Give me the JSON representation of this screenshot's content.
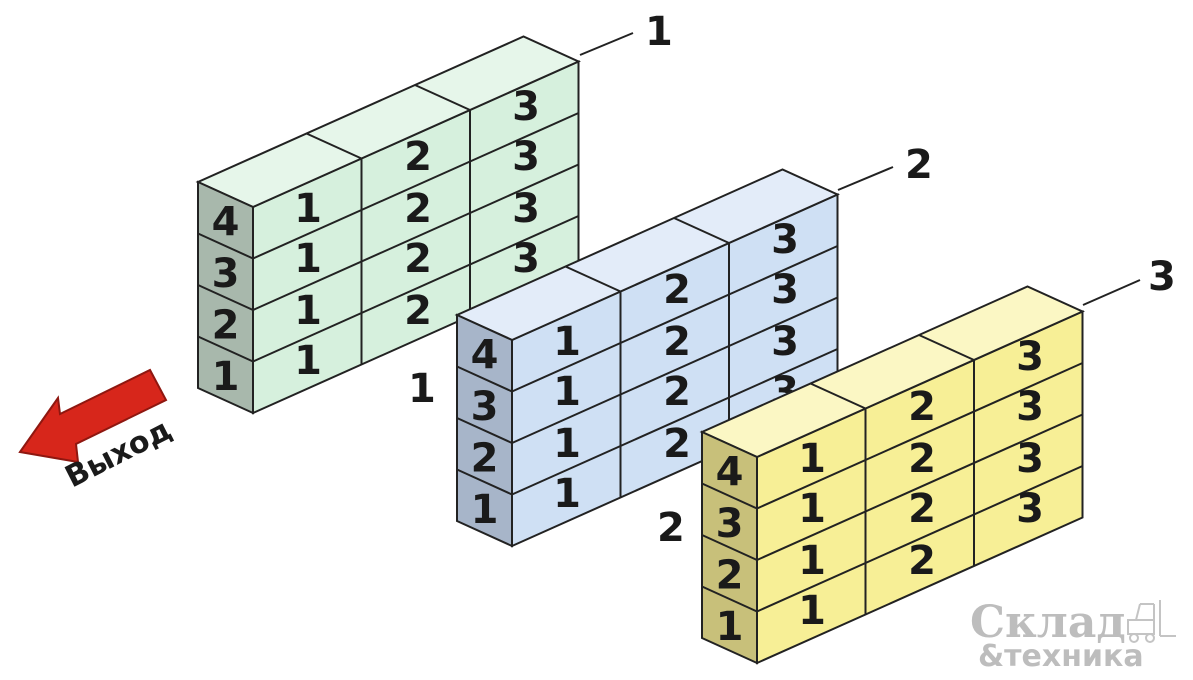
{
  "exit": {
    "label": "Выход",
    "color": "#d7261b"
  },
  "logo": {
    "line1": "Склад",
    "line2": "&техника"
  },
  "racks": [
    {
      "callout": "1",
      "aisle": "1",
      "rows": [
        "4",
        "3",
        "2",
        "1"
      ],
      "colors": {
        "top": "#e6f6ea",
        "front": "#d6f0dd",
        "side": "#a8b8ac"
      },
      "cells": [
        [
          "",
          "",
          "3"
        ],
        [
          "",
          "2",
          "3"
        ],
        [
          "1",
          "2",
          "3"
        ],
        [
          "1",
          "2",
          "3"
        ],
        [
          "1",
          "2",
          ""
        ],
        [
          "1",
          "",
          ""
        ]
      ]
    },
    {
      "callout": "2",
      "aisle": "2",
      "rows": [
        "4",
        "3",
        "2",
        "1"
      ],
      "colors": {
        "top": "#e3ecf9",
        "front": "#cfe0f4",
        "side": "#a7b5c9"
      },
      "cells": [
        [
          "",
          "",
          "3"
        ],
        [
          "",
          "2",
          "3"
        ],
        [
          "1",
          "2",
          "3"
        ],
        [
          "1",
          "2",
          "3"
        ],
        [
          "1",
          "2",
          ""
        ],
        [
          "1",
          "",
          ""
        ]
      ]
    },
    {
      "callout": "3",
      "aisle": "",
      "rows": [
        "4",
        "3",
        "2",
        "1"
      ],
      "colors": {
        "top": "#fbf7c4",
        "front": "#f7ef96",
        "side": "#c8c07a"
      },
      "cells": [
        [
          "",
          "",
          "3"
        ],
        [
          "",
          "2",
          "3"
        ],
        [
          "1",
          "2",
          "3"
        ],
        [
          "1",
          "2",
          "3"
        ],
        [
          "1",
          "2",
          ""
        ],
        [
          "1",
          "",
          ""
        ]
      ]
    }
  ]
}
